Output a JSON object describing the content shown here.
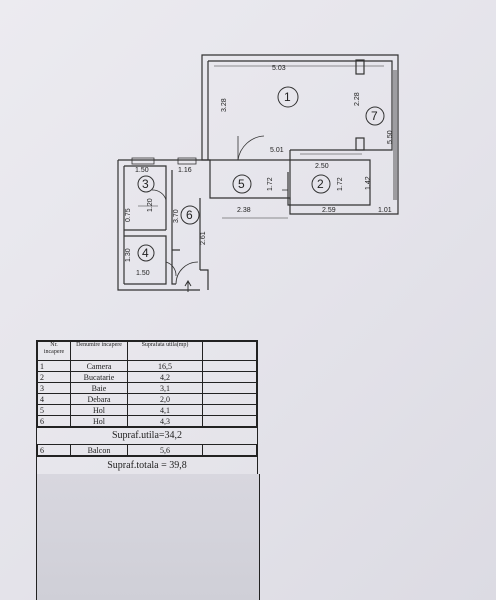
{
  "plan": {
    "rooms": [
      {
        "num": "1"
      },
      {
        "num": "2"
      },
      {
        "num": "3"
      },
      {
        "num": "4"
      },
      {
        "num": "5"
      },
      {
        "num": "6"
      },
      {
        "num": "7"
      }
    ],
    "dims": {
      "d503": "5.03",
      "d328": "3.28",
      "d228": "2.28",
      "d550": "5.50",
      "d501": "5.01",
      "d250": "2.50",
      "d172a": "1.72",
      "d172b": "1.72",
      "d142": "1.42",
      "d150top": "1.50",
      "d116": "1.16",
      "d238": "2.38",
      "d259": "2.59",
      "d101": "1.01",
      "d075": "0.75",
      "d120": "1.20",
      "d170": "3.70",
      "d261": "2.61",
      "d130": "1.30",
      "d150bot": "1.50"
    }
  },
  "legend": {
    "headers": [
      "Nr. incapere",
      "Denumire incapere",
      "Suprafata utila(mp)"
    ],
    "rows": [
      {
        "no": "1",
        "name": "Camera",
        "area": "16,5"
      },
      {
        "no": "2",
        "name": "Bucatarie",
        "area": "4,2"
      },
      {
        "no": "3",
        "name": "Baie",
        "area": "3,1"
      },
      {
        "no": "4",
        "name": "Debara",
        "area": "2,0"
      },
      {
        "no": "5",
        "name": "Hol",
        "area": "4,1"
      },
      {
        "no": "6",
        "name": "Hol",
        "area": "4,3"
      }
    ],
    "util_total": "Supraf.utila=34,2",
    "balcon": {
      "no": "6",
      "name": "Balcon",
      "area": "5,6"
    },
    "grand_total": "Supraf.totala = 39,8"
  }
}
